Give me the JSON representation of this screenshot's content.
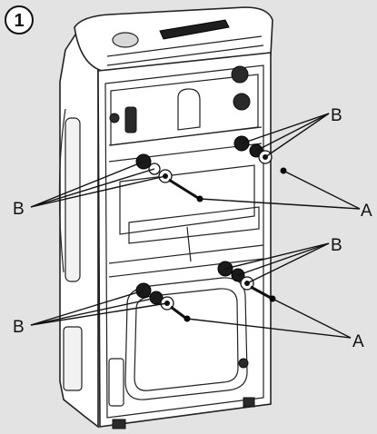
{
  "figure": {
    "step_number": "1",
    "labels": {
      "b_top_right": "B",
      "a_top_right": "A",
      "b_mid_left": "B",
      "b_mid_right": "B",
      "a_bottom_right": "A",
      "b_bottom_left": "B"
    }
  }
}
